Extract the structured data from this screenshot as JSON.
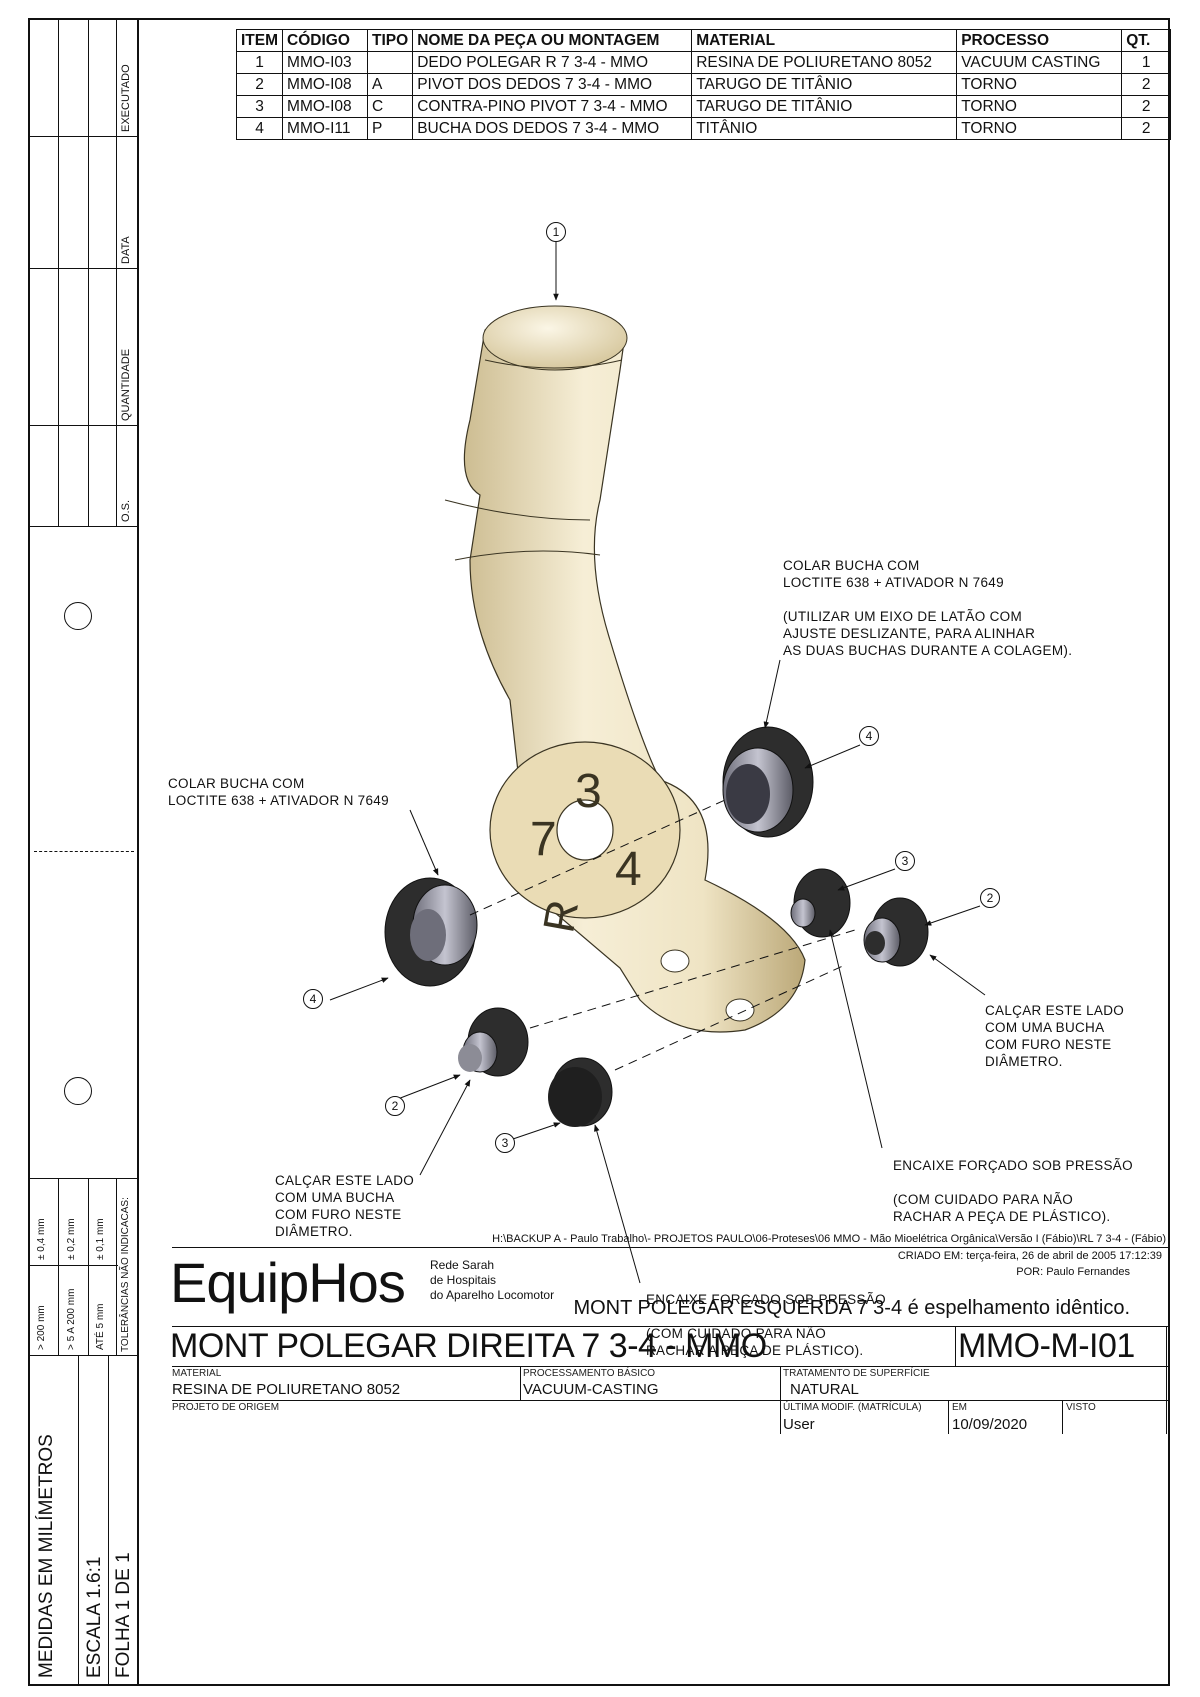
{
  "sidebar": {
    "cells": [
      "EXECUTADO",
      "DATA",
      "QUANTIDADE",
      "O.S."
    ],
    "tolerances": {
      "header": "TOLERÂNCIAS NÃO INDICACAS:",
      "col1": [
        "> 200 mm",
        "> 5 A 200 mm",
        "ATÉ 5 mm"
      ],
      "col2": [
        "± 0,4 mm",
        "± 0,2 mm",
        "± 0,1 mm"
      ]
    },
    "bottom": [
      "MEDIDAS EM MILÍMETROS",
      "ESCALA 1.6:1",
      "FOLHA 1 DE 1"
    ]
  },
  "bom": {
    "headers": [
      "ITEM",
      "CÓDIGO",
      "TIPO",
      "NOME DA PEÇA OU MONTAGEM",
      "MATERIAL",
      "PROCESSO",
      "QT."
    ],
    "rows": [
      [
        "1",
        "MMO-I03",
        "",
        "DEDO POLEGAR R 7 3-4 - MMO",
        "RESINA DE POLIURETANO 8052",
        "VACUUM CASTING",
        "1"
      ],
      [
        "2",
        "MMO-I08",
        "A",
        "PIVOT DOS DEDOS 7 3-4 - MMO",
        "TARUGO DE TITÂNIO",
        "TORNO",
        "2"
      ],
      [
        "3",
        "MMO-I08",
        "C",
        "CONTRA-PINO PIVOT 7 3-4 - MMO",
        "TARUGO DE TITÂNIO",
        "TORNO",
        "2"
      ],
      [
        "4",
        "MMO-I11",
        "P",
        "BUCHA DOS DEDOS 7 3-4 - MMO",
        "TITÂNIO",
        "TORNO",
        "2"
      ]
    ]
  },
  "drawing": {
    "balloons": [
      "1",
      "4",
      "3",
      "2",
      "4",
      "2",
      "3"
    ],
    "part_engraving": {
      "a": "7",
      "b": "3",
      "c": "4",
      "d": "R"
    },
    "colors": {
      "part": "#efe4c4",
      "part_shadow": "#cdbd92",
      "metal_dark": "#2d2d2d",
      "metal_light": "#9b9ba8"
    },
    "notes": {
      "upper_right": "COLAR BUCHA COM\nLOCTITE 638 + ATIVADOR N 7649\n\n(UTILIZAR UM EIXO DE LATÃO COM\nAJUSTE DESLIZANTE, PARA ALINHAR\nAS DUAS BUCHAS DURANTE A COLAGEM).",
      "left": "COLAR BUCHA COM\nLOCTITE 638 + ATIVADOR N 7649",
      "right_mid": "CALÇAR ESTE LADO\nCOM UMA BUCHA\nCOM FURO NESTE\nDIÂMETRO.",
      "lower_left": "CALÇAR ESTE LADO\nCOM UMA BUCHA\nCOM FURO NESTE\nDIÂMETRO.",
      "lower_right": "ENCAIXE FORÇADO SOB PRESSÃO\n\n(COM CUIDADO PARA NÃO\nRACHAR A PEÇA DE PLÁSTICO).",
      "bottom_center": "ENCAIXE FORÇADO SOB PRESSÃO\n\n(COM CUIDADO PARA NÃO\nRACHAR A PEÇA DE PLÁSTICO)."
    }
  },
  "titleblock": {
    "path": "H:\\BACKUP A - Paulo Trabalho\\- PROJETOS PAULO\\06-Proteses\\06 MMO - Mão Mioelétrica Orgânica\\Versão I (Fábio)\\RL 7 3-4 - (Fábio)",
    "logo": "EquipHos",
    "org": [
      "Rede Sarah",
      "de Hospitais",
      "do Aparelho Locomotor"
    ],
    "created": "CRIADO EM: terça-feira, 26 de abril de 2005 17:12:39",
    "author": "POR: Paulo Fernandes",
    "mirror_note": "MONT POLEGAR ESQUERDA 7 3-4 é espelhamento idêntico.",
    "title": "MONT POLEGAR DIREITA 7 3-4 - MMO",
    "code": "MMO-M-I01",
    "material_label": "MATERIAL",
    "material": "RESINA DE POLIURETANO 8052",
    "process_label": "PROCESSAMENTO BÁSICO",
    "process": "VACUUM-CASTING",
    "surface_label": "TRATAMENTO DE SUPERFÍCIE",
    "surface": "NATURAL",
    "origin_label": "PROJETO DE ORIGEM",
    "origin": "",
    "modified_label": "ÚLTIMA MODIF. (MATRÍCULA)",
    "modified": "User",
    "date_label": "EM",
    "date": "10/09/2020",
    "visto_label": "VISTO",
    "visto": ""
  }
}
